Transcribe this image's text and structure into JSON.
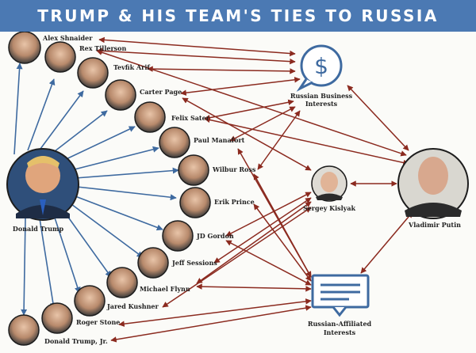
{
  "title": "Trump & His Team's Ties to Russia",
  "colors": {
    "banner": "#4b79b3",
    "blue_arrow": "#3e6aa0",
    "red_arrow": "#8b2a1f"
  },
  "people": {
    "shnaider": "Alex Shnaider",
    "tillerson": "Rex Tillerson",
    "arif": "Tevfik Arif",
    "page": "Carter Page",
    "sater": "Felix Sater",
    "manafort": "Paul Manafort",
    "ross": "Wilbur Ross",
    "prince": "Erik Prince",
    "gordon": "JD Gordon",
    "sessions": "Jeff Sessions",
    "flynn": "Michael Flynn",
    "kushner": "Jared Kushner",
    "stone": "Roger Stone",
    "trumpjr": "Donald Trump, Jr."
  },
  "hubs": {
    "trump": "Donald Trump",
    "putin": "Vladimir Putin",
    "kislyak": "Sergey Kislyak",
    "business_line1": "Russian Business",
    "business_line2": "Interests",
    "affiliated_line1": "Russian-Affiliated",
    "affiliated_line2": "Interests"
  },
  "icons": {
    "business": "dollar-speech-bubble-icon",
    "affiliated": "document-speech-bubble-icon"
  }
}
